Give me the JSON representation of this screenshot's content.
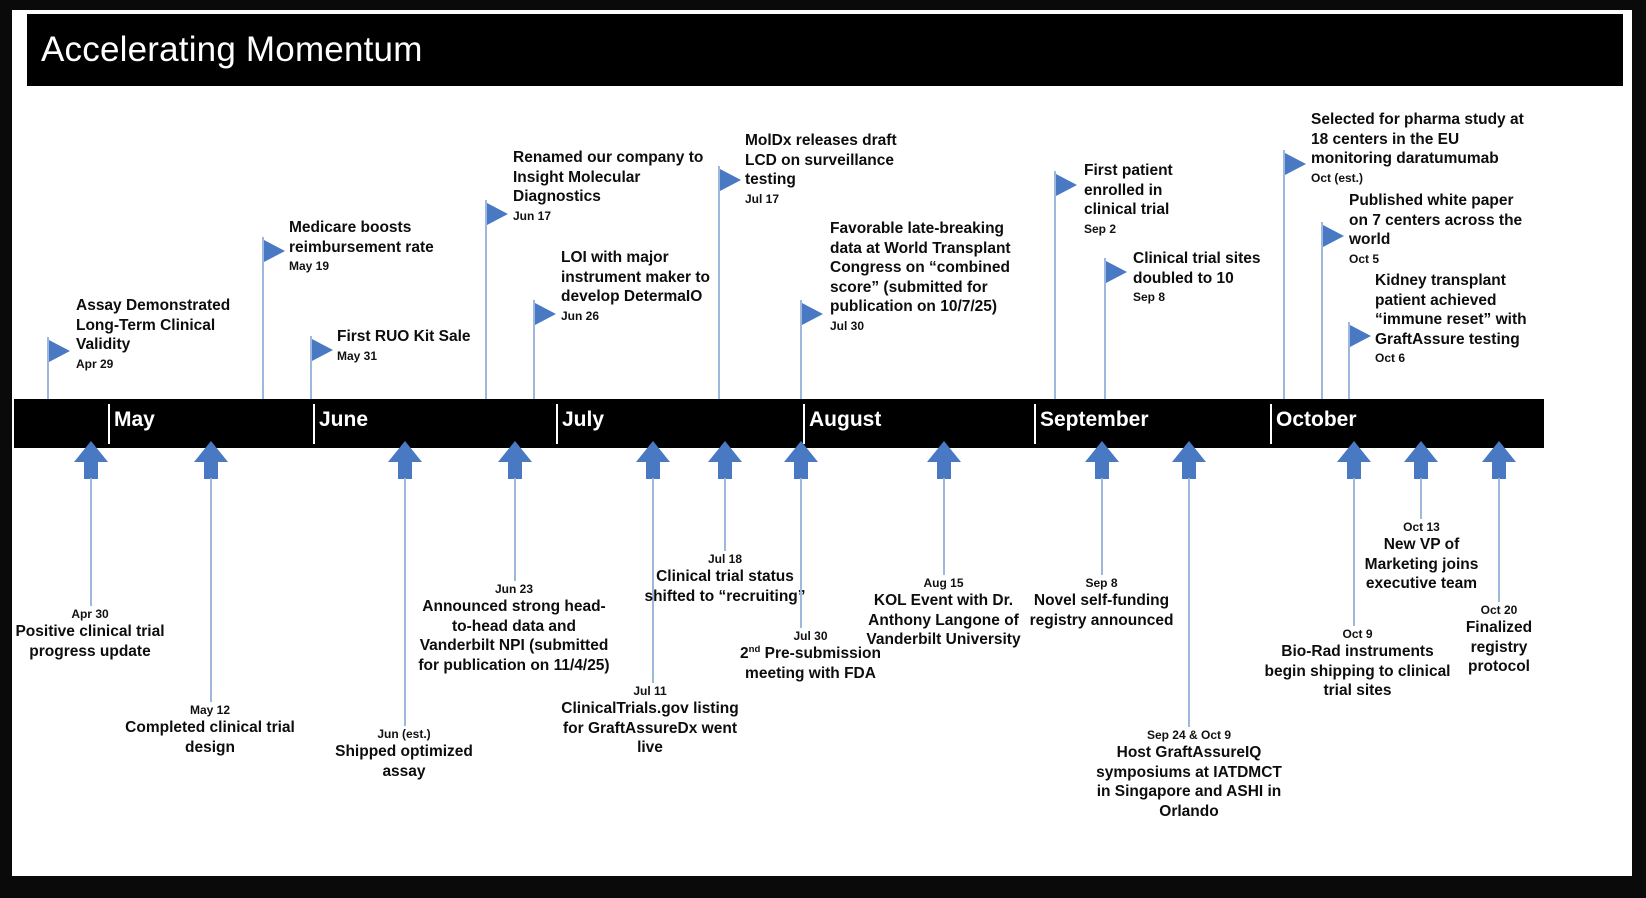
{
  "header": {
    "title": "Accelerating Momentum"
  },
  "timeline": {
    "months": [
      "May",
      "June",
      "July",
      "August",
      "September",
      "October"
    ]
  },
  "events_above": [
    {
      "headline": "Assay Demonstrated Long-Term Clinical Validity",
      "date": "Apr 29"
    },
    {
      "headline": "Medicare boosts reimbursement rate",
      "date": "May 19"
    },
    {
      "headline": "First RUO Kit Sale",
      "date": "May 31"
    },
    {
      "headline": "Renamed our company to Insight Molecular Diagnostics",
      "date": "Jun 17"
    },
    {
      "headline": "LOI with major instrument maker to develop DetermaIO",
      "date": "Jun 26"
    },
    {
      "headline": "MolDx releases draft LCD on surveillance testing",
      "date": "Jul 17"
    },
    {
      "headline": "Favorable late-breaking data at World Transplant Congress on “combined score” (submitted for publication on 10/7/25)",
      "date": "Jul 30"
    },
    {
      "headline": "First patient enrolled in clinical trial",
      "date": "Sep 2"
    },
    {
      "headline": "Clinical trial sites doubled to 10",
      "date": "Sep 8"
    },
    {
      "headline": "Selected for pharma study at 18 centers in the EU monitoring daratumumab",
      "date": "Oct (est.)"
    },
    {
      "headline": "Published white paper on 7 centers across the world",
      "date": "Oct 5"
    },
    {
      "headline": "Kidney transplant patient achieved “immune reset” with GraftAssure testing",
      "date": "Oct 6"
    }
  ],
  "events_below": [
    {
      "date": "Apr 30",
      "headline": "Positive clinical trial progress update"
    },
    {
      "date": "May 12",
      "headline": "Completed clinical trial design"
    },
    {
      "date": "Jun (est.)",
      "headline": "Shipped optimized assay"
    },
    {
      "date": "Jun 23",
      "headline": "Announced strong head-to-head data and Vanderbilt NPI (submitted for publication on 11/4/25)"
    },
    {
      "date": "Jul 11",
      "headline": "ClinicalTrials.gov listing for GraftAssureDx went live"
    },
    {
      "date": "Jul 18",
      "headline": "Clinical trial status shifted to “recruiting”"
    },
    {
      "date": "Jul 30",
      "headline": "2nd Pre-submission meeting with FDA",
      "sup": "nd"
    },
    {
      "date": "Aug 15",
      "headline": "KOL Event with Dr. Anthony Langone of Vanderbilt University"
    },
    {
      "date": "Sep 8",
      "headline": "Novel self-funding registry announced"
    },
    {
      "date": "Sep 24 & Oct 9",
      "headline": "Host GraftAssureIQ symposiums at IATDMCT in Singapore and ASHI in Orlando"
    },
    {
      "date": "Oct 9",
      "headline": "Bio-Rad instruments begin shipping to clinical trial sites"
    },
    {
      "date": "Oct 13",
      "headline": "New VP of Marketing joins executive team"
    },
    {
      "date": "Oct 20",
      "headline": "Finalized registry protocol"
    }
  ],
  "colors": {
    "banner": "#000000",
    "flag": "#4a79c4",
    "pole": "#9db7dd",
    "text": "#0d0d0d",
    "band_text": "#ffffff"
  }
}
